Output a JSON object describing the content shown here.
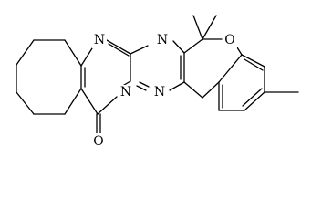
{
  "structure": {
    "atoms": [
      {
        "label": "N",
        "name": "nitrogen-atom-left"
      },
      {
        "label": "N",
        "name": "nitrogen-atom-top"
      },
      {
        "label": "N",
        "name": "nitrogen-atom-bridge"
      },
      {
        "label": "N",
        "name": "nitrogen-atom-bottom"
      },
      {
        "label": "O",
        "name": "oxygen-atom-ring"
      },
      {
        "label": "O",
        "name": "oxygen-atom-carbonyl"
      }
    ]
  },
  "colors": {
    "bond": "#000000",
    "background": "#ffffff"
  }
}
